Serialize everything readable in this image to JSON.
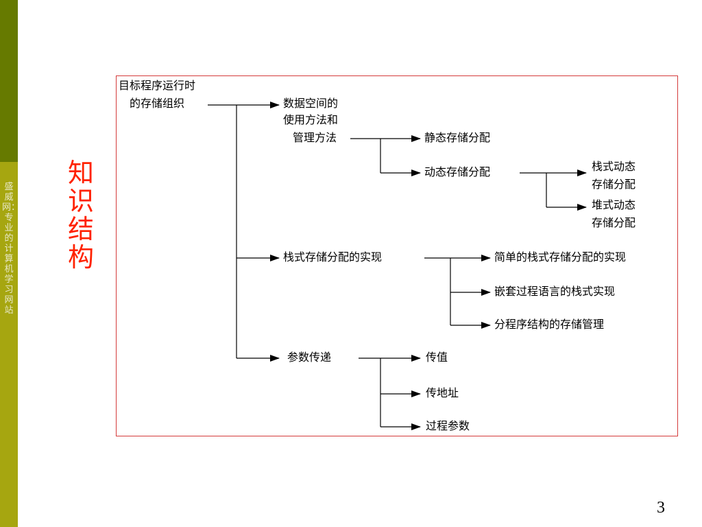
{
  "sidebar": {
    "text": "盛威网：专业的计算机学习网站"
  },
  "title": "知识结构",
  "page_number": "3",
  "diagram": {
    "root": {
      "line1": "目标程序运行时",
      "line2": "的存储组织"
    },
    "data_space": {
      "line1": "数据空间的",
      "line2": "使用方法和",
      "line3": "管理方法"
    },
    "static_alloc": "静态存储分配",
    "dynamic_alloc": "动态存储分配",
    "stack_dyn": {
      "line1": "栈式动态",
      "line2": "存储分配"
    },
    "heap_dyn": {
      "line1": "堆式动态",
      "line2": "存储分配"
    },
    "stack_impl": "栈式存储分配的实现",
    "simple_stack": "简单的栈式存储分配的实现",
    "nested_stack": "嵌套过程语言的栈式实现",
    "block_struct": "分程序结构的存储管理",
    "param_pass": "参数传递",
    "by_value": "传值",
    "by_address": "传地址",
    "by_procedure": "过程参数"
  },
  "colors": {
    "sidebar_dark": "#667a00",
    "sidebar_light": "#a6a610",
    "title": "#ff2200",
    "frame": "#d43a3a"
  }
}
